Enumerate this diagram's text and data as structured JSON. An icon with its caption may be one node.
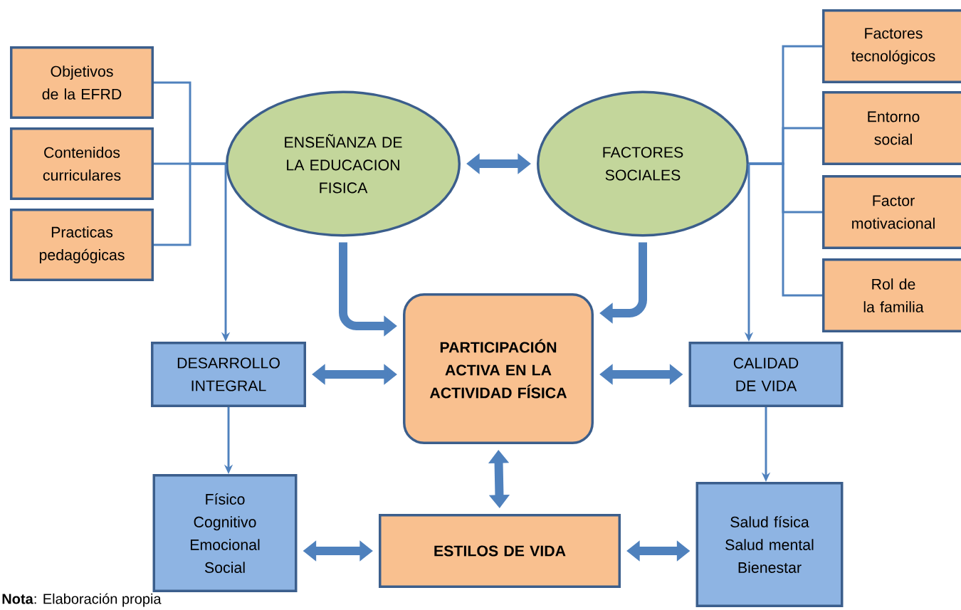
{
  "diagram": {
    "caption": "**Nota**: Elaboración propia",
    "nodes": [
      {
        "text": [
          "Objetivos de la EFRD"
        ]
      },
      {
        "text": [
          "Contenidos curriculares"
        ]
      },
      {
        "text": [
          "Practicas pedagógicas"
        ]
      },
      {
        "text": [
          "ENSEÑANZA DE LA EDUCACION FISICA"
        ]
      },
      {
        "text": [
          "FACTORES SOCIALES"
        ]
      },
      {
        "text": [
          "Factores tecnológicos"
        ]
      },
      {
        "text": [
          "Entorno social"
        ]
      },
      {
        "text": [
          "Factor motivacional"
        ]
      },
      {
        "text": [
          "Rol de la familia"
        ]
      },
      {
        "text": [
          "DESARROLLO INTEGRAL"
        ]
      },
      {
        "text": [
          "PARTICIPACIÓN ACTIVA EN LA ACTIVIDAD FÍSICA"
        ]
      },
      {
        "text": [
          "CALIDAD DE VIDA"
        ]
      },
      {
        "text": [
          "Físico Cognitivo Emocional Social"
        ]
      },
      {
        "text": [
          "ESTILOS DE VIDA"
        ]
      },
      {
        "text": [
          "Salud física Salud mental Bienestar"
        ]
      }
    ],
    "edges": [
      {
        "from": 0,
        "to": 3,
        "arrow": "none"
      },
      {
        "from": 1,
        "to": 3,
        "arrow": "none"
      },
      {
        "from": 2,
        "to": 3,
        "arrow": "none"
      },
      {
        "from": 5,
        "to": 4,
        "arrow": "none"
      },
      {
        "from": 6,
        "to": 4,
        "arrow": "none"
      },
      {
        "from": 7,
        "to": 4,
        "arrow": "none"
      },
      {
        "from": 8,
        "to": 4,
        "arrow": "none"
      },
      {
        "from": 3,
        "to": 4,
        "arrow": "both",
        "style": "thick"
      },
      {
        "from": 3,
        "to": 9,
        "arrow": "to"
      },
      {
        "from": 4,
        "to": 11,
        "arrow": "to"
      },
      {
        "from": 3,
        "to": 10,
        "arrow": "to",
        "style": "thick"
      },
      {
        "from": 4,
        "to": 10,
        "arrow": "to",
        "style": "thick"
      },
      {
        "from": 9,
        "to": 10,
        "arrow": "both",
        "style": "thick"
      },
      {
        "from": 10,
        "to": 11,
        "arrow": "both",
        "style": "thick"
      },
      {
        "from": 9,
        "to": 12,
        "arrow": "to"
      },
      {
        "from": 11,
        "to": 14,
        "arrow": "to"
      },
      {
        "from": 10,
        "to": 13,
        "arrow": "both",
        "style": "thick"
      },
      {
        "from": 12,
        "to": 13,
        "arrow": "both",
        "style": "thick"
      },
      {
        "from": 13,
        "to": 14,
        "arrow": "both",
        "style": "thick"
      }
    ]
  }
}
